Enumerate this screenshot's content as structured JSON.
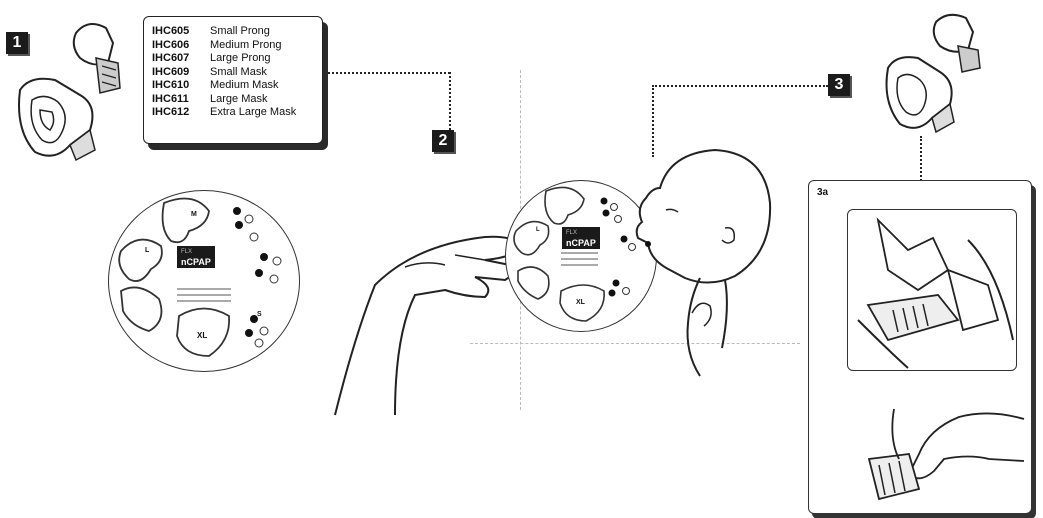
{
  "steps": [
    {
      "label": "1"
    },
    {
      "label": "2"
    },
    {
      "label": "3"
    }
  ],
  "inset_label": "3a",
  "legend": [
    {
      "code": "IHC605",
      "name": "Small Prong"
    },
    {
      "code": "IHC606",
      "name": "Medium Prong"
    },
    {
      "code": "IHC607",
      "name": "Large Prong"
    },
    {
      "code": "IHC609",
      "name": "Small Mask"
    },
    {
      "code": "IHC610",
      "name": "Medium Mask"
    },
    {
      "code": "IHC611",
      "name": "Large Mask"
    },
    {
      "code": "IHC612",
      "name": "Extra Large Mask"
    }
  ],
  "sizer": {
    "brand_small": "FLX",
    "brand_main": "nCPAP",
    "size_marks": [
      "M",
      "L",
      "XL",
      "S"
    ]
  }
}
